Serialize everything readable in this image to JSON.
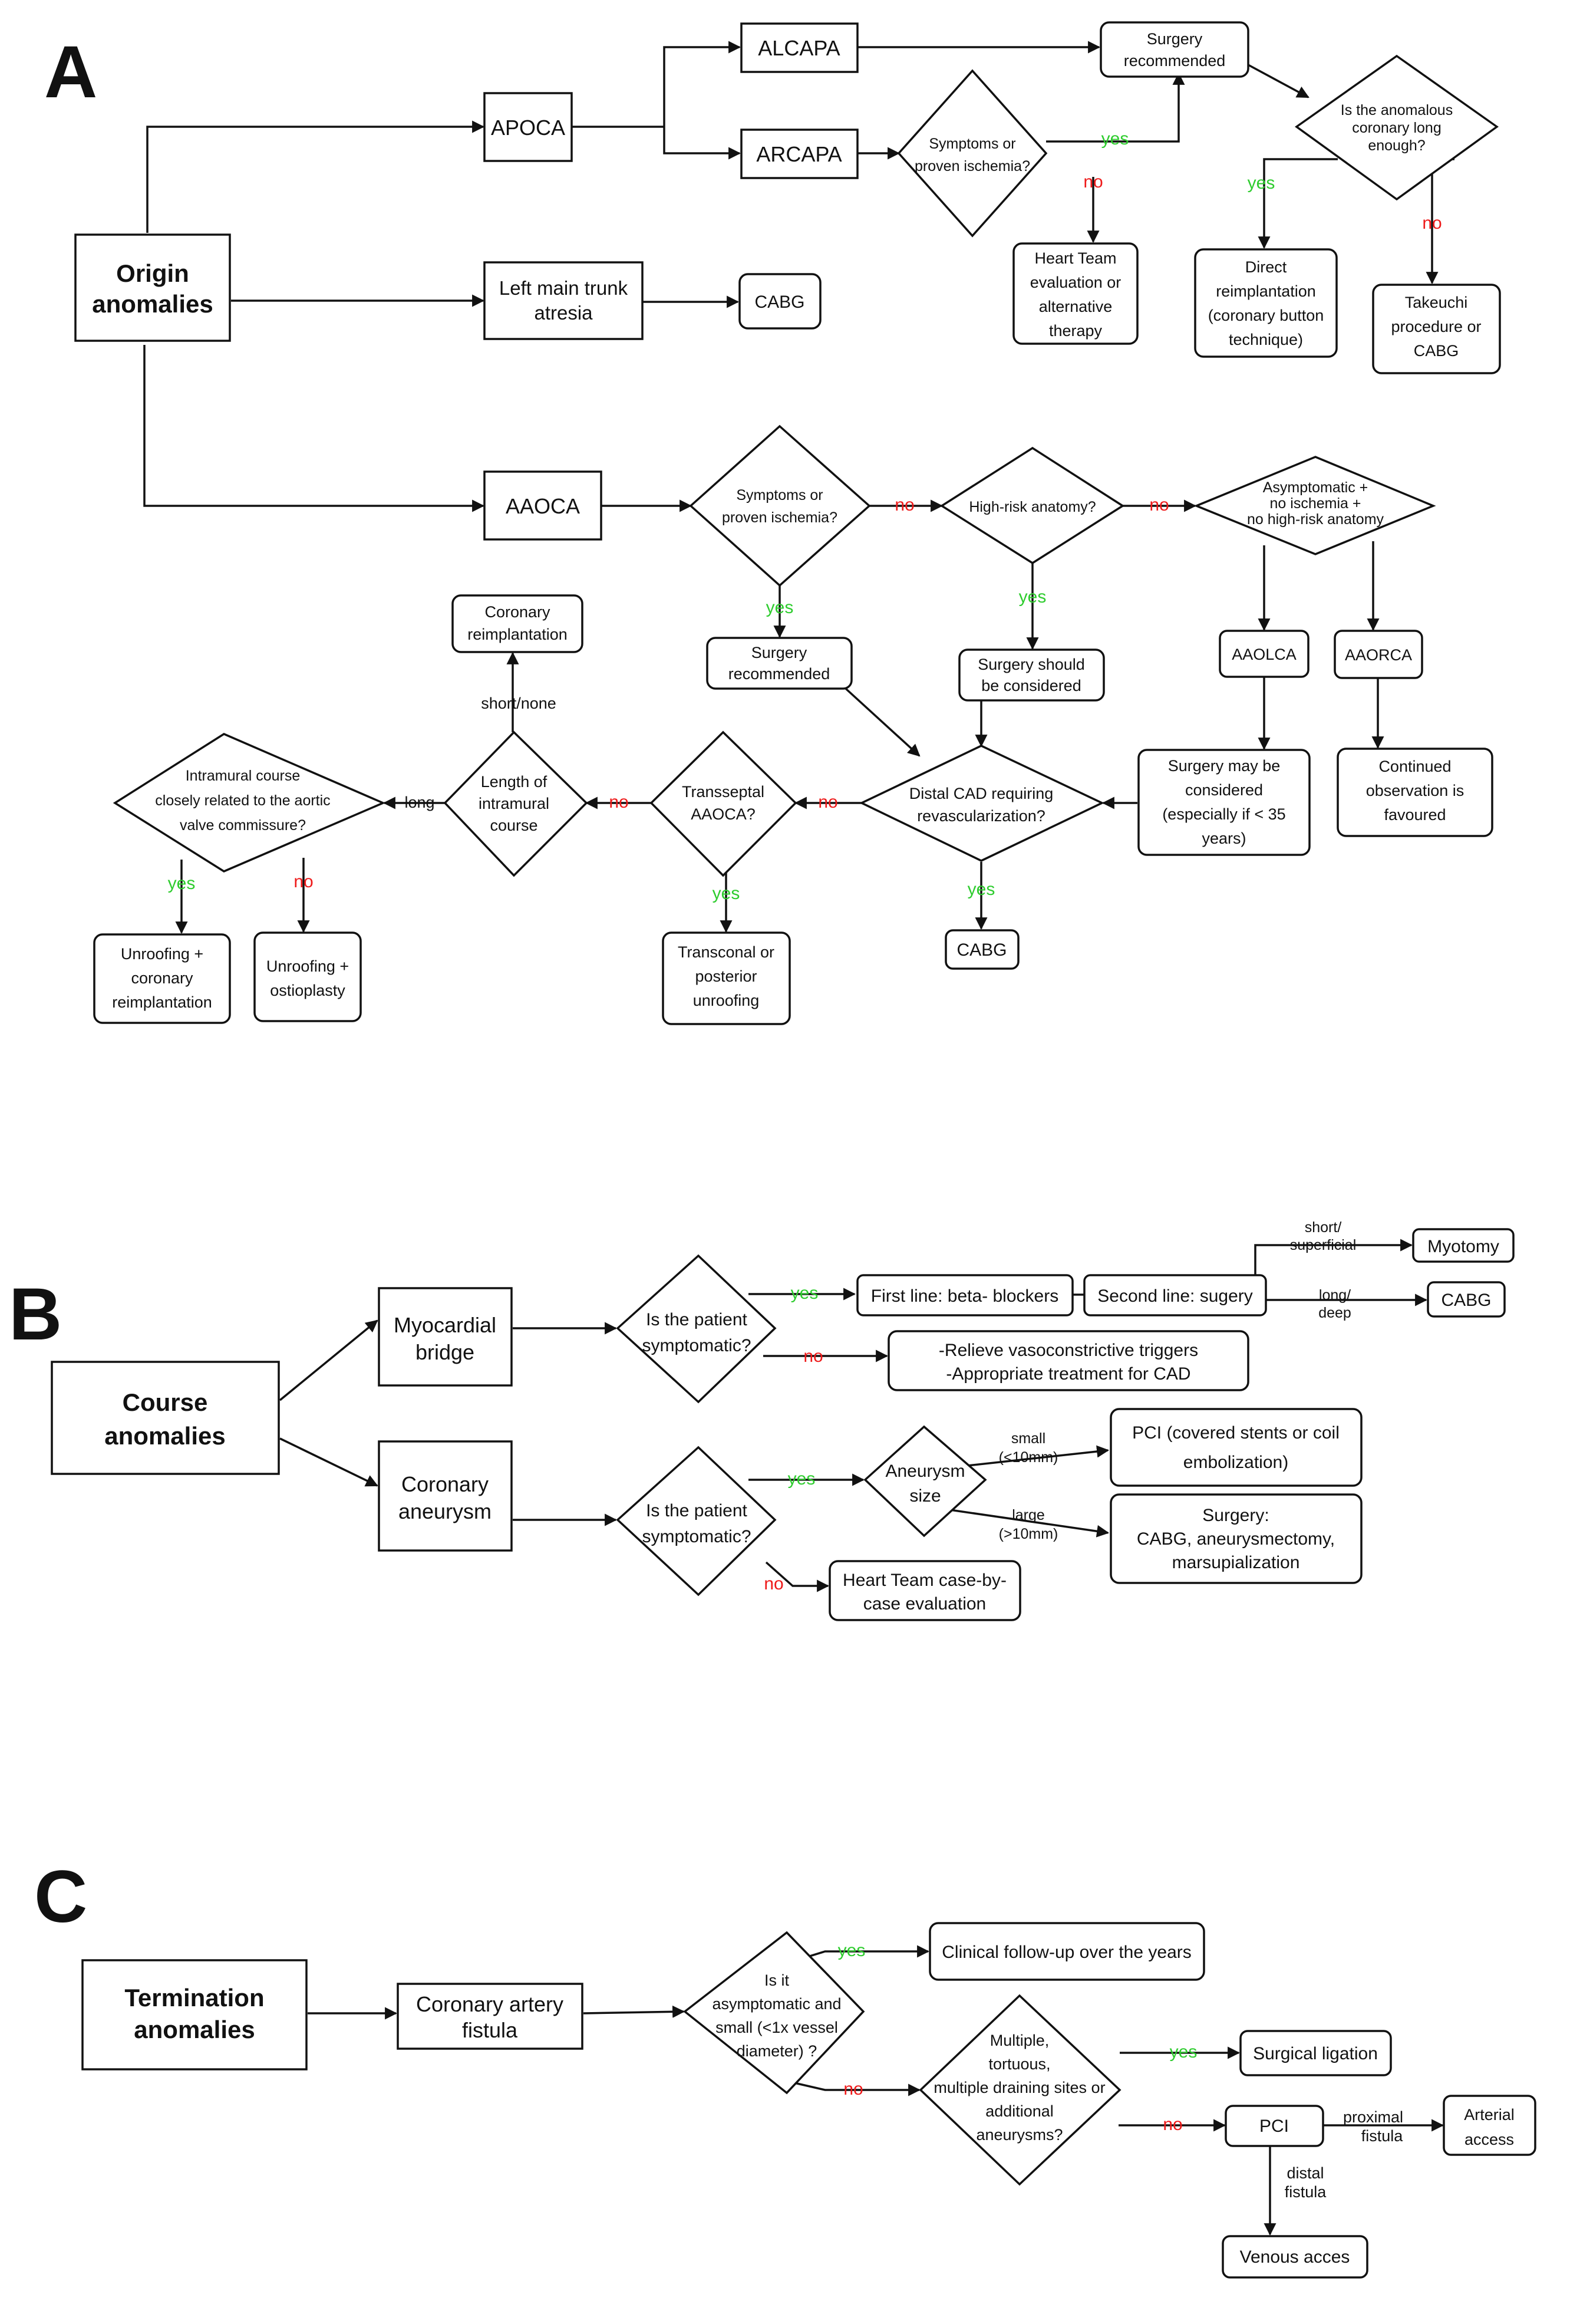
{
  "colors": {
    "yes": "#2ecc2e",
    "no": "#ee1a1a",
    "stroke": "#111111",
    "background": "#ffffff"
  },
  "panel_labels": {
    "a": "A",
    "b": "B",
    "c": "C"
  },
  "edge_labels": {
    "yes": "yes",
    "no": "no"
  },
  "panel_a": {
    "origin": [
      "Origin",
      "anomalies"
    ],
    "apoca": "APOCA",
    "alcapa": "ALCAPA",
    "arcapa": "ARCAPA",
    "lmta": [
      "Left main trunk",
      "atresia"
    ],
    "cabg_lmta": "CABG",
    "surgery_rec_top": [
      "Surgery",
      "recommended"
    ],
    "symptoms_arcapa": [
      "Symptoms or",
      "proven ischemia?"
    ],
    "heart_team_a": [
      "Heart Team",
      "evaluation or",
      "alternative",
      "therapy"
    ],
    "long_enough": [
      "Is the anomalous",
      "coronary long",
      "enough?"
    ],
    "direct_reimpl": [
      "Direct",
      "reimplantation",
      "(coronary button",
      "technique)"
    ],
    "takeuchi": [
      "Takeuchi",
      "procedure or",
      "CABG"
    ],
    "aaoca": "AAOCA",
    "symptoms_aaoca": [
      "Symptoms or",
      "proven ischemia?"
    ],
    "high_risk": "High-risk anatomy?",
    "asymptomatic": [
      "Asymptomatic +",
      "no ischemia +",
      "no high-risk anatomy"
    ],
    "surgery_rec_aaoca": [
      "Surgery",
      "recommended"
    ],
    "surgery_should": [
      "Surgery should",
      "be considered"
    ],
    "aaolca": "AAOLCA",
    "aaorca": "AAORCA",
    "surgery_may": [
      "Surgery may be",
      "considered",
      "(especially if < 35",
      "years)"
    ],
    "continued_obs": [
      "Continued",
      "observation is",
      "favoured"
    ],
    "distal_cad": [
      "Distal CAD requiring",
      "revascularization?"
    ],
    "cabg_distal": "CABG",
    "transseptal": [
      "Transseptal",
      "AAOCA?"
    ],
    "transconal": [
      "Transconal or",
      "posterior",
      "unroofing"
    ],
    "length": [
      "Length of",
      "intramural",
      "course"
    ],
    "short_none": "short/none",
    "long": "long",
    "coronary_reimpl": [
      "Coronary",
      "reimplantation"
    ],
    "intramural": [
      "Intramural course",
      "closely related to the aortic",
      "valve commissure?"
    ],
    "unroofing_reimpl": [
      "Unroofing +",
      "coronary",
      "reimplantation"
    ],
    "unroofing_ostio": [
      "Unroofing +",
      "ostioplasty"
    ]
  },
  "panel_b": {
    "course": [
      "Course",
      "anomalies"
    ],
    "myocardial": [
      "Myocardial",
      "bridge"
    ],
    "aneurysm": [
      "Coronary",
      "aneurysm"
    ],
    "symptomatic_1": [
      "Is the patient",
      "symptomatic?"
    ],
    "symptomatic_2": [
      "Is the patient",
      "symptomatic?"
    ],
    "first_line": "First line: beta- blockers",
    "second_line": "Second line: sugery",
    "short_sup": [
      "short/",
      "superficial"
    ],
    "long_deep": [
      "long/",
      "deep"
    ],
    "myotomy": "Myotomy",
    "cabg_b": "CABG",
    "relieve": [
      "-Relieve vasoconstrictive triggers",
      "-Appropriate treatment for CAD"
    ],
    "aneurysm_size": [
      "Aneurysm",
      "size"
    ],
    "small": [
      "small",
      "(<10mm)"
    ],
    "large": [
      "large",
      "(>10mm)"
    ],
    "pci_covered": [
      "PCI (covered stents or coil",
      "embolization)"
    ],
    "surgery_cabg": [
      "Surgery:",
      "CABG, aneurysmectomy,",
      "marsupialization"
    ],
    "heart_team_b": [
      "Heart Team case-by-",
      "case evaluation"
    ]
  },
  "panel_c": {
    "termination": [
      "Termination",
      "anomalies"
    ],
    "fistula": [
      "Coronary artery",
      "fistula"
    ],
    "asympt_small": [
      "Is it",
      "asymptomatic and",
      "small (<1x  vessel",
      "diameter) ?"
    ],
    "clinical_followup": "Clinical follow-up over the years",
    "multiple": [
      "Multiple,",
      "tortuous,",
      "multiple draining sites or",
      "additional",
      "aneurysms?"
    ],
    "surgical_ligation": "Surgical ligation",
    "pci": "PCI",
    "proximal": [
      "proximal",
      "fistula"
    ],
    "distal": [
      "distal",
      "fistula"
    ],
    "arterial": [
      "Arterial",
      "access"
    ],
    "venous": "Venous acces"
  }
}
